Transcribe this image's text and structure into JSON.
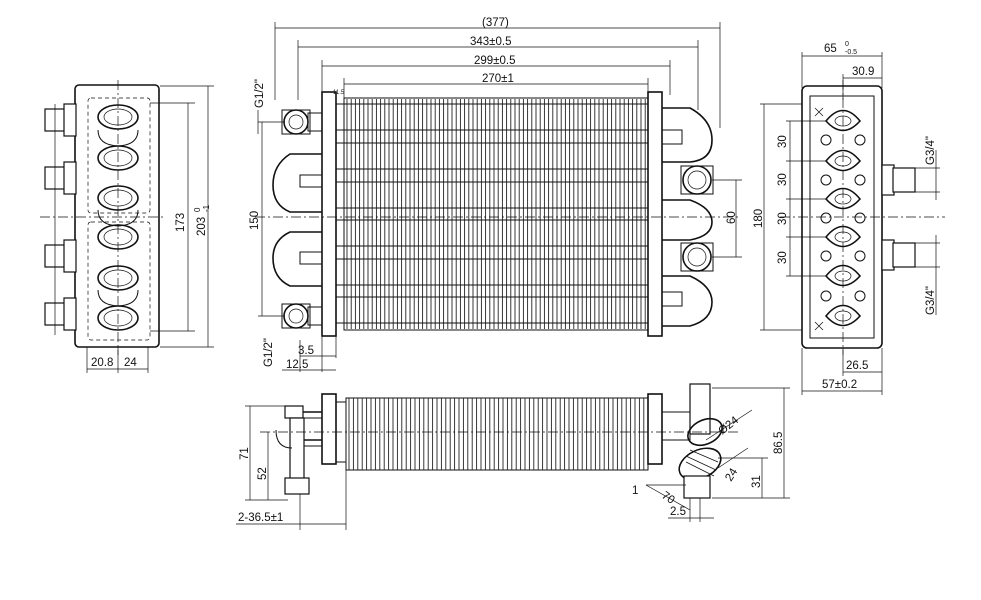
{
  "dimensions": {
    "top_overall": "(377)",
    "top_343": "343±0.5",
    "top_299": "299±0.5",
    "top_270": "270±1",
    "left_173": "173",
    "left_203": "203",
    "left_203_tol_upper": "0",
    "left_203_tol_lower": "-1",
    "left_20_8": "20.8",
    "left_24": "24",
    "front_150": "150",
    "front_60": "60",
    "front_3_5": "3.5",
    "front_12_5": "12.5",
    "thread_g12_top": "G1/2\"",
    "thread_g12_bottom": "G1/2\"",
    "right_65": "65",
    "right_65_tol_upper": "0",
    "right_65_tol_lower": "-0.5",
    "right_30_9": "30.9",
    "right_180": "180",
    "right_30_a": "30",
    "right_30_b": "30",
    "right_30_c": "30",
    "right_30_d": "30",
    "right_26_5": "26.5",
    "right_57": "57±0.2",
    "thread_g34_top": "G3/4\"",
    "thread_g34_bottom": "G3/4\"",
    "bottom_71": "71",
    "bottom_52": "52",
    "bottom_2x36_5": "2-36.5±1",
    "bottom_86_5": "86.5",
    "bottom_31": "31",
    "bottom_24_dia": "Ø24",
    "bottom_24": "24",
    "bottom_70": "70",
    "bottom_1": "1",
    "bottom_2_5": "2.5",
    "small_label": "11.5"
  }
}
